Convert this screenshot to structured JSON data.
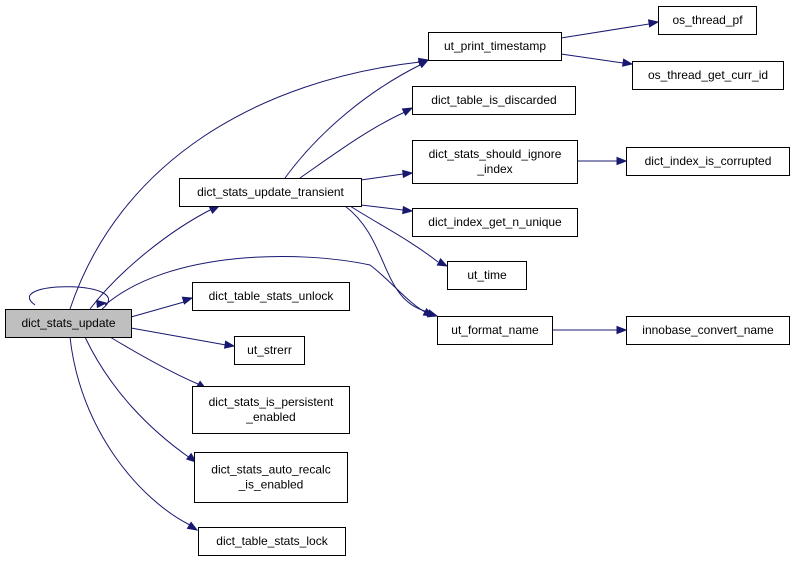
{
  "diagram": {
    "edge_color": "#191970",
    "current_node_fill": "#bfbfbf",
    "nodes": {
      "dict_stats_update": "dict_stats_update",
      "dict_stats_update_transient": "dict_stats_update_transient",
      "ut_print_timestamp": "ut_print_timestamp",
      "os_thread_pf": "os_thread_pf",
      "os_thread_get_curr_id": "os_thread_get_curr_id",
      "dict_table_is_discarded": "dict_table_is_discarded",
      "dict_stats_should_ignore_index": "dict_stats_should_ignore\n_index",
      "dict_index_is_corrupted": "dict_index_is_corrupted",
      "dict_index_get_n_unique": "dict_index_get_n_unique",
      "ut_time": "ut_time",
      "ut_format_name": "ut_format_name",
      "innobase_convert_name": "innobase_convert_name",
      "dict_table_stats_unlock": "dict_table_stats_unlock",
      "ut_strerr": "ut_strerr",
      "dict_stats_is_persistent_enabled": "dict_stats_is_persistent\n_enabled",
      "dict_stats_auto_recalc_is_enabled": "dict_stats_auto_recalc\n_is_enabled",
      "dict_table_stats_lock": "dict_table_stats_lock"
    },
    "edges": [
      [
        "dict_stats_update",
        "dict_stats_update"
      ],
      [
        "dict_stats_update",
        "dict_stats_update_transient"
      ],
      [
        "dict_stats_update",
        "ut_print_timestamp"
      ],
      [
        "dict_stats_update",
        "ut_format_name"
      ],
      [
        "dict_stats_update",
        "dict_table_stats_unlock"
      ],
      [
        "dict_stats_update",
        "ut_strerr"
      ],
      [
        "dict_stats_update",
        "dict_stats_is_persistent_enabled"
      ],
      [
        "dict_stats_update",
        "dict_stats_auto_recalc_is_enabled"
      ],
      [
        "dict_stats_update",
        "dict_table_stats_lock"
      ],
      [
        "dict_stats_update_transient",
        "ut_print_timestamp"
      ],
      [
        "dict_stats_update_transient",
        "dict_table_is_discarded"
      ],
      [
        "dict_stats_update_transient",
        "dict_stats_should_ignore_index"
      ],
      [
        "dict_stats_update_transient",
        "dict_index_get_n_unique"
      ],
      [
        "dict_stats_update_transient",
        "ut_time"
      ],
      [
        "dict_stats_update_transient",
        "ut_format_name"
      ],
      [
        "ut_print_timestamp",
        "os_thread_pf"
      ],
      [
        "ut_print_timestamp",
        "os_thread_get_curr_id"
      ],
      [
        "dict_stats_should_ignore_index",
        "dict_index_is_corrupted"
      ],
      [
        "ut_format_name",
        "innobase_convert_name"
      ]
    ]
  }
}
